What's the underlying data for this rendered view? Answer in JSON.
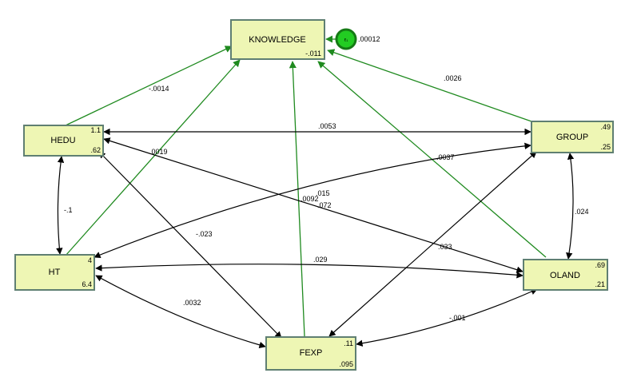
{
  "nodes": {
    "knowledge": {
      "name": "KNOWLEDGE",
      "stat_bottom": "-.011"
    },
    "hedu": {
      "name": "HEDU",
      "stat_top": "1.1",
      "stat_bottom": ".62"
    },
    "ht": {
      "name": "HT",
      "stat_top": "4",
      "stat_bottom": "6.4"
    },
    "fexp": {
      "name": "FEXP",
      "stat_top": ".11",
      "stat_bottom": ".095"
    },
    "group": {
      "name": "GROUP",
      "stat_top": ".49",
      "stat_bottom": ".25"
    },
    "oland": {
      "name": "OLAND",
      "stat_top": ".69",
      "stat_bottom": ".21"
    }
  },
  "error_term": {
    "symbol": "ε₁",
    "variance": ".00012"
  },
  "paths": {
    "hedu_knowledge": "-.0014",
    "ht_knowledge": ".0019",
    "fexp_knowledge": ".0092",
    "group_knowledge": ".0026",
    "oland_knowledge": ".0037"
  },
  "covariances": {
    "hedu_group": ".0053",
    "hedu_oland": ".072",
    "hedu_fexp": "-.023",
    "hedu_ht": "-.1",
    "ht_group": ".015",
    "ht_oland": ".029",
    "ht_fexp": ".0032",
    "group_fexp": ".033",
    "group_oland": ".024",
    "oland_fexp": "-.001"
  },
  "colors": {
    "node_fill": "#eef6b4",
    "node_border": "#5f7f72",
    "path_green": "#1f8a1f",
    "covariance_black": "#000000",
    "error_fill": "#22cc22"
  }
}
